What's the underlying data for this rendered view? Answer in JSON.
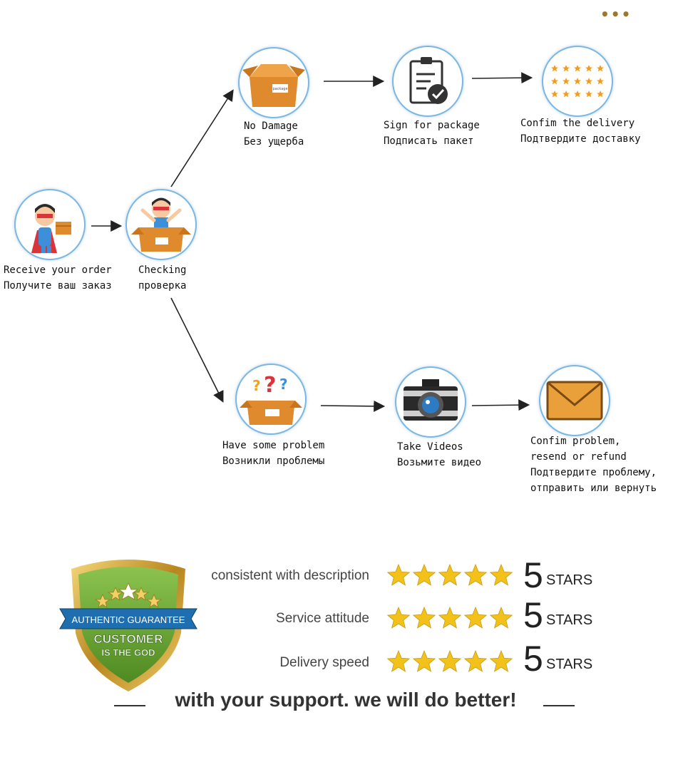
{
  "menu_dots": "•••",
  "steps": {
    "receive": {
      "line1": "Receive your order",
      "line2": "Получите ваш заказ"
    },
    "checking": {
      "line1": "Checking",
      "line2": "проверка"
    },
    "no_damage": {
      "line1": "No Damage",
      "line2": "Без ущерба"
    },
    "sign": {
      "line1": "Sign for package",
      "line2": "Подписать пакет"
    },
    "confirm_delivery": {
      "line1": "Confim the delivery",
      "line2": "Подтвердите доставку"
    },
    "problem": {
      "line1": "Have some problem",
      "line2": "Возникли проблемы"
    },
    "videos": {
      "line1": "Take Videos",
      "line2": "Возьмите видео"
    },
    "confirm_problem": {
      "line1": "Confim problem,",
      "line2": "resend or refund",
      "line3": "Подтвердите проблему,",
      "line4": "отправить или вернуть"
    }
  },
  "icons": {
    "receive": "hero-holding-box-icon",
    "checking": "hero-in-box-icon",
    "no_damage": "package-box-icon",
    "sign": "clipboard-check-icon",
    "confirm_delivery": "five-stars-icon",
    "problem": "box-question-icon",
    "videos": "camera-icon",
    "confirm_problem": "envelope-icon"
  },
  "package_label": "package",
  "badge": {
    "ribbon": "AUTHENTIC GUARANTEE",
    "line1": "CUSTOMER",
    "line2": "IS THE GOD"
  },
  "ratings": [
    {
      "label": "consistent with description",
      "value": 5,
      "unit": "STARS"
    },
    {
      "label": "Service attitude",
      "value": 5,
      "unit": "STARS"
    },
    {
      "label": "Delivery speed",
      "value": 5,
      "unit": "STARS"
    }
  ],
  "slogan": "with your support. we will do better!",
  "colors": {
    "node_border": "#7ab7e3",
    "box": "#e08a2e",
    "star": "#f2c21b",
    "shield": "#6fa838",
    "ribbon": "#1f6fb0",
    "gold": "#c89a2c"
  }
}
